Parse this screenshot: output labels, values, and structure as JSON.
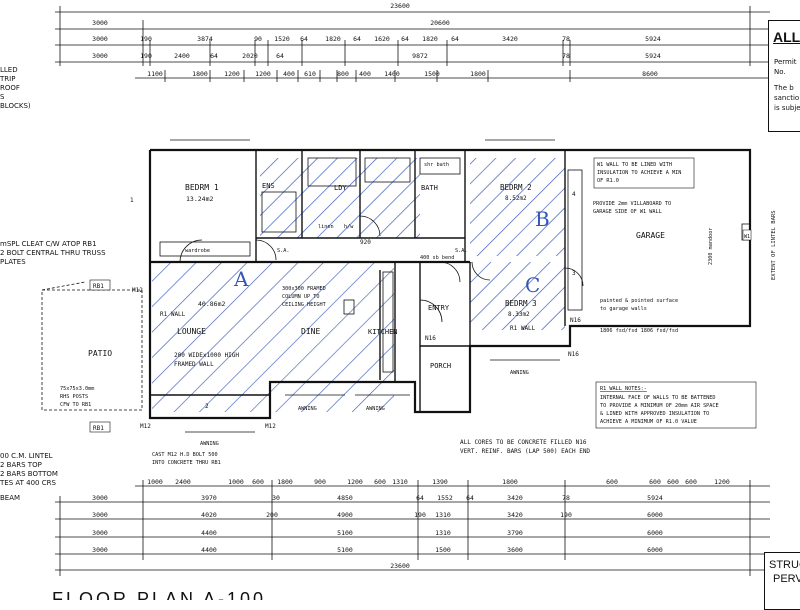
{
  "dims": {
    "top_overall": "23600",
    "top_row1": [
      "3000",
      "20600"
    ],
    "top_row2": [
      "3000",
      "190",
      "3874",
      "90",
      "1520",
      "64",
      "1820",
      "64",
      "1620",
      "64",
      "1820",
      "64",
      "3420",
      "78",
      "5924"
    ],
    "top_row3": [
      "3000",
      "190",
      "2400",
      "64",
      "2020",
      "64",
      "9872",
      "78",
      "5924"
    ],
    "top_row4": [
      "1100",
      "1800",
      "1200",
      "1200",
      "400",
      "610",
      "800",
      "400",
      "1400",
      "1500",
      "1800",
      "8600"
    ],
    "bot_row1": [
      "1000",
      "2400",
      "1000",
      "600",
      "1800",
      "900",
      "1200",
      "600",
      "1310",
      "1390",
      "1800",
      "600",
      "600",
      "600",
      "600",
      "1200"
    ],
    "bot_row2": [
      "3000",
      "3970",
      "30",
      "4850",
      "64",
      "1552",
      "64",
      "3420",
      "78",
      "5924"
    ],
    "bot_row3": [
      "3000",
      "4020",
      "200",
      "4900",
      "190",
      "1310",
      "3420",
      "190",
      "6000"
    ],
    "bot_row4": [
      "3000",
      "4400",
      "5100",
      "1310",
      "3790",
      "6000"
    ],
    "bot_row5": [
      "3000",
      "4400",
      "5100",
      "1500",
      "3600",
      "6000"
    ],
    "bot_overall": "23600"
  },
  "rooms": {
    "bedrm1": {
      "name": "BEDRM 1",
      "area": "13.24m2"
    },
    "ens": "ENS",
    "ldy": "LDY",
    "bath": "BATH",
    "bedrm2": {
      "name": "BEDRM 2",
      "area": "8.52m2"
    },
    "garage": "GARAGE",
    "lounge": "LOUNGE",
    "dine": "DINE",
    "kitchen": "KITCHEN",
    "entry": "ENTRY",
    "bedrm3": {
      "name": "BEDRM 3",
      "area": "8.33m2"
    },
    "porch": "PORCH",
    "patio": "PATIO"
  },
  "notes": {
    "wall_w1": [
      "W1 WALL TO BE LINED WITH",
      "INSULATION TO ACHIEVE A MIN",
      "OF R1.0"
    ],
    "villaboard": [
      "PROVIDE 2mm VILLABOARD TO",
      "GARAGE SIDE OF W1 WALL"
    ],
    "painted": [
      "painted & pointed surface",
      "to garage walls"
    ],
    "framed_column": [
      "300x300 FRAMED",
      "COLUMN UP TO",
      "CEILING HEIGHT"
    ],
    "framed_wall": [
      "200 WIDEx1000 HIGH",
      "FRAMED WALL"
    ],
    "rhs_posts": [
      "75x75x3.0mm",
      "RHS POSTS",
      "CFW TO RB1"
    ],
    "cast_bolt": [
      "CAST M12 H.D BOLT 500",
      "INTO CONCRETE THRU RB1"
    ],
    "r1_wall_title": "R1 WALL NOTES:-",
    "r1_wall": [
      "INTERNAL FACE OF WALLS TO BE BATTENED",
      "TO PROVIDE A MINIMUM OF 20mm AIR SPACE",
      "& LINED WITH APPROVED INSULATION TO",
      "ACHIEVE A MINIMUM OF R1.0 VALUE"
    ],
    "cores": [
      "ALL CORES TO BE CONCRETE FILLED N16",
      "VERT. REINF. BARS (LAP 500) EACH END"
    ],
    "lintel_extent": "EXTENT OF LINTEL BARS",
    "robe": "400 sb bend",
    "sa1": "S.A.",
    "sa2": "S.A.",
    "width_920": "920",
    "dims_1806": "1806 fsd/fsd 1806 fsd/fsd",
    "awning": "AWNING",
    "wardrobe": "wardrobe",
    "linen": "linen",
    "hw": "h/w",
    "shr_bath": "shr  bath",
    "area_lounge": "40.86m2",
    "garage_depth": "2300 mandoor"
  },
  "tags": {
    "rb1": "RB1",
    "m12": "M12",
    "n16": "N16",
    "r1_wall": "R1 WALL",
    "w1": "W1",
    "num1": "1",
    "num2": "2",
    "num3": "3",
    "num4": "4"
  },
  "left_margin": [
    "LLED",
    "TRIP",
    "ROOF",
    "S",
    "BLOCKS)",
    "mSPL CLEAT C/W ATOP RB1",
    "2 BOLT CENTRAL THRU TRUSS",
    "PLATES"
  ],
  "left_bottom": [
    "00 C.M. LINTEL",
    "2 BARS TOP",
    "2 BARS BOTTOM",
    "TES AT 400 CRS",
    "BEAM"
  ],
  "right_panel": {
    "title": "ALL",
    "lines": [
      "Permit",
      "No.",
      "The b",
      "sanctio",
      "is subje"
    ],
    "bottom_title": "STRUC",
    "bottom_sub": "PERV"
  },
  "sheet_title": "FLOOR PLAN  A-100",
  "markup_letters": [
    "A",
    "B",
    "C"
  ]
}
